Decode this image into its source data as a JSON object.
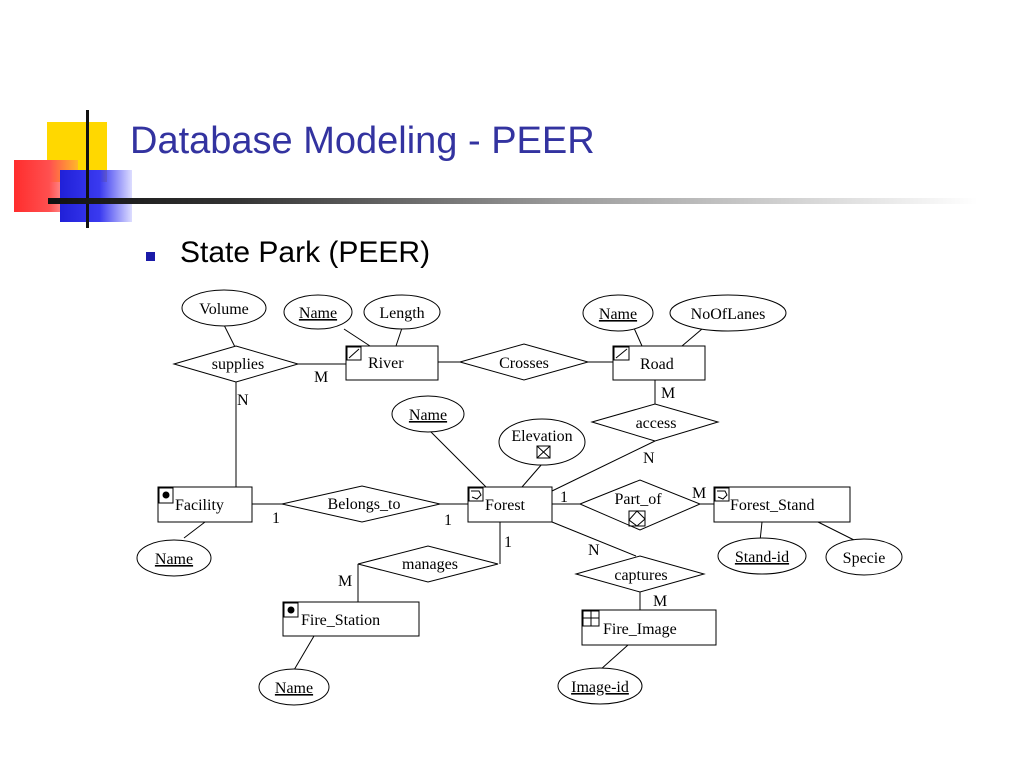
{
  "title": "Database Modeling - PEER",
  "bullet": "State Park (PEER)",
  "colors": {
    "title": "#3333a0",
    "bullet": "#1a1aa8",
    "deco_yellow": "#ffd800",
    "deco_red": "#ff2d2d",
    "deco_blue": "#2020d8"
  },
  "entities": {
    "river": "River",
    "road": "Road",
    "facility": "Facility",
    "forest": "Forest",
    "forest_stand": "Forest_Stand",
    "fire_station": "Fire_Station",
    "fire_image": "Fire_Image"
  },
  "relationships": {
    "supplies": "supplies",
    "crosses": "Crosses",
    "access": "access",
    "belongs_to": "Belongs_to",
    "part_of": "Part_of",
    "manages": "manages",
    "captures": "captures"
  },
  "attributes": {
    "volume": "Volume",
    "river_name": "Name",
    "length": "Length",
    "road_name": "Name",
    "no_of_lanes": "NoOfLanes",
    "forest_name": "Name",
    "elevation": "Elevation",
    "facility_name": "Name",
    "stand_id": "Stand-id",
    "specie": "Specie",
    "fire_station_name": "Name",
    "image_id": "Image-id"
  },
  "cardinalities": {
    "supplies_river": "M",
    "supplies_facility": "N",
    "road_access": "M",
    "access_forest": "N",
    "facility_belongs": "1",
    "forest_belongs": "1",
    "forest_part_of": "1",
    "part_of_stand": "M",
    "forest_manages": "1",
    "manages_station": "M",
    "forest_captures": "N",
    "captures_image": "M"
  },
  "icons": {
    "river": "line-icon",
    "road": "line-icon",
    "facility": "point-icon",
    "fire_station": "point-icon",
    "forest": "polygon-icon",
    "forest_stand": "polygon-icon",
    "elevation": "raster-field-icon",
    "part_of": "partition-icon",
    "fire_image": "grid-icon"
  }
}
